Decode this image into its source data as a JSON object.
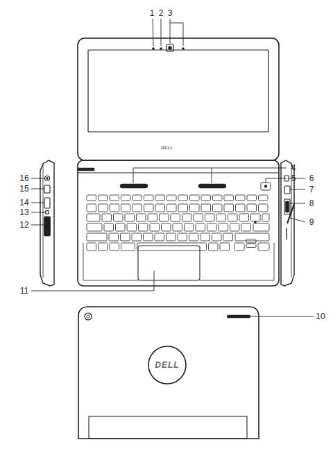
{
  "diagram": {
    "labels": [
      "1",
      "2",
      "3",
      "DELL",
      "4",
      "5",
      "16",
      "6",
      "15",
      "7",
      "14",
      "8",
      "13",
      "12",
      "9",
      "11",
      "10",
      "DELL"
    ]
  }
}
